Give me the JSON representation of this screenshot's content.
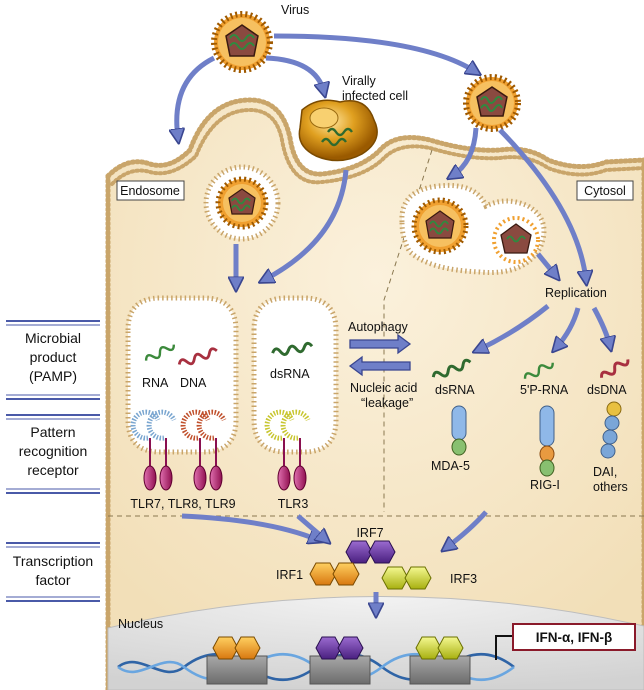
{
  "labels": {
    "virus": "Virus",
    "virally_infected_cell_1": "Virally",
    "virally_infected_cell_2": "infected cell",
    "endosome": "Endosome",
    "cytosol": "Cytosol",
    "replication": "Replication",
    "autophagy": "Autophagy",
    "nucleic_acid_1": "Nucleic acid",
    "nucleic_acid_2": "“leakage”",
    "rna": "RNA",
    "dna": "DNA",
    "dsrna_endo": "dsRNA",
    "dsrna_cyto": "dsRNA",
    "p5rna": "5'P-RNA",
    "dsdna": "dsDNA",
    "mda5": "MDA-5",
    "rigi": "RIG-I",
    "dai_1": "DAI,",
    "dai_2": "others",
    "tlr789": "TLR7, TLR8, TLR9",
    "tlr3": "TLR3",
    "irf7": "IRF7",
    "irf1": "IRF1",
    "irf3": "IRF3",
    "nucleus": "Nucleus",
    "ifn": "IFN-α, IFN-β"
  },
  "side_labels": {
    "pamp_1": "Microbial",
    "pamp_2": "product",
    "pamp_3": "(PAMP)",
    "prr_1": "Pattern",
    "prr_2": "recognition",
    "prr_3": "receptor",
    "tf_1": "Transcription",
    "tf_2": "factor"
  },
  "colors": {
    "cell_fill": "#f6e6c8",
    "membrane": "#c9a56a",
    "nucleus_fill": "#e6e6e6",
    "arrow": "#6f7fc8",
    "arrow_edge": "#3a4690",
    "irf_purple": "#6b3aa0",
    "irf_orange": "#f0a020",
    "irf_yellow": "#d6dc30",
    "dna_blue": "#4a86c6",
    "rna_green": "#3c8a3c",
    "dna_red": "#a83040"
  }
}
